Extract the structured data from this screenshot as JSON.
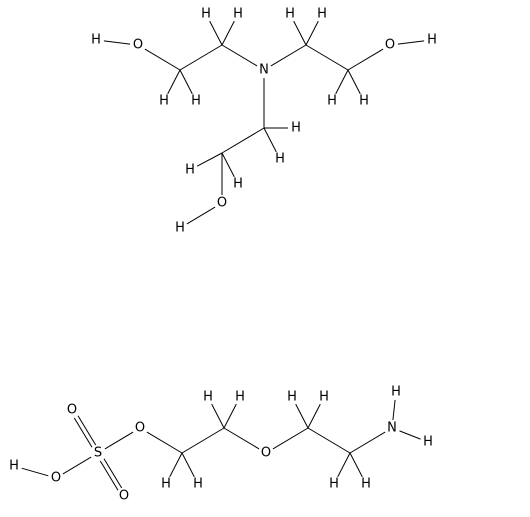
{
  "structures": [
    {
      "name": "triethanolamine",
      "atoms": [
        {
          "id": "N1",
          "label": "N"
        },
        {
          "id": "C1a",
          "label": ""
        },
        {
          "id": "C1b",
          "label": ""
        },
        {
          "id": "O1",
          "label": "O"
        },
        {
          "id": "HO1",
          "label": "H"
        },
        {
          "id": "C2a",
          "label": ""
        },
        {
          "id": "C2b",
          "label": ""
        },
        {
          "id": "O2",
          "label": "O"
        },
        {
          "id": "HO2",
          "label": "H"
        },
        {
          "id": "C3a",
          "label": ""
        },
        {
          "id": "C3b",
          "label": ""
        },
        {
          "id": "O3",
          "label": "O"
        },
        {
          "id": "HO3",
          "label": "H"
        },
        {
          "id": "H1",
          "label": "H"
        },
        {
          "id": "H2",
          "label": "H"
        },
        {
          "id": "H3",
          "label": "H"
        },
        {
          "id": "H4",
          "label": "H"
        },
        {
          "id": "H5",
          "label": "H"
        },
        {
          "id": "H6",
          "label": "H"
        },
        {
          "id": "H7",
          "label": "H"
        },
        {
          "id": "H8",
          "label": "H"
        },
        {
          "id": "H9",
          "label": "H"
        },
        {
          "id": "H10",
          "label": "H"
        },
        {
          "id": "H11",
          "label": "H"
        },
        {
          "id": "H12",
          "label": "H"
        }
      ],
      "bonds": [
        [
          "N1",
          "C1a"
        ],
        [
          "C1a",
          "C1b"
        ],
        [
          "C1b",
          "O1"
        ],
        [
          "O1",
          "HO1"
        ],
        [
          "N1",
          "C2a"
        ],
        [
          "C2a",
          "C2b"
        ],
        [
          "C2b",
          "O2"
        ],
        [
          "O2",
          "HO2"
        ],
        [
          "N1",
          "C3a"
        ],
        [
          "C3a",
          "C3b"
        ],
        [
          "C3b",
          "O3"
        ],
        [
          "O3",
          "HO3"
        ],
        [
          "C1a",
          "H1"
        ],
        [
          "C1a",
          "H2"
        ],
        [
          "C1b",
          "H3"
        ],
        [
          "C1b",
          "H4"
        ],
        [
          "C2a",
          "H5"
        ],
        [
          "C2a",
          "H6"
        ],
        [
          "C2b",
          "H7"
        ],
        [
          "C2b",
          "H8"
        ],
        [
          "C3a",
          "H9"
        ],
        [
          "C3a",
          "H10"
        ],
        [
          "C3b",
          "H11"
        ],
        [
          "C3b",
          "H12"
        ]
      ]
    },
    {
      "name": "aminoethoxyethyl-hydrogen-sulfate",
      "atoms": [
        {
          "id": "S",
          "label": "S"
        },
        {
          "id": "OS1",
          "label": "O"
        },
        {
          "id": "OS2",
          "label": "O"
        },
        {
          "id": "OSH",
          "label": "O"
        },
        {
          "id": "HSO",
          "label": "H"
        },
        {
          "id": "OE1",
          "label": "O"
        },
        {
          "id": "Ca",
          "label": ""
        },
        {
          "id": "Cb",
          "label": ""
        },
        {
          "id": "OE2",
          "label": "O"
        },
        {
          "id": "Cc",
          "label": ""
        },
        {
          "id": "Cd",
          "label": ""
        },
        {
          "id": "Nam",
          "label": "N"
        },
        {
          "id": "HN1",
          "label": "H"
        },
        {
          "id": "HN2",
          "label": "H"
        },
        {
          "id": "Ha1",
          "label": "H"
        },
        {
          "id": "Ha2",
          "label": "H"
        },
        {
          "id": "Hb1",
          "label": "H"
        },
        {
          "id": "Hb2",
          "label": "H"
        },
        {
          "id": "Hc1",
          "label": "H"
        },
        {
          "id": "Hc2",
          "label": "H"
        },
        {
          "id": "Hd1",
          "label": "H"
        },
        {
          "id": "Hd2",
          "label": "H"
        }
      ],
      "bonds": [
        [
          "S",
          "OS1",
          2
        ],
        [
          "S",
          "OS2",
          2
        ],
        [
          "S",
          "OSH"
        ],
        [
          "OSH",
          "HSO"
        ],
        [
          "S",
          "OE1"
        ],
        [
          "OE1",
          "Ca"
        ],
        [
          "Ca",
          "Cb"
        ],
        [
          "Cb",
          "OE2"
        ],
        [
          "OE2",
          "Cc"
        ],
        [
          "Cc",
          "Cd"
        ],
        [
          "Cd",
          "Nam"
        ],
        [
          "Nam",
          "HN1"
        ],
        [
          "Nam",
          "HN2"
        ],
        [
          "Ca",
          "Ha1"
        ],
        [
          "Ca",
          "Ha2"
        ],
        [
          "Cb",
          "Hb1"
        ],
        [
          "Cb",
          "Hb2"
        ],
        [
          "Cc",
          "Hc1"
        ],
        [
          "Cc",
          "Hc2"
        ],
        [
          "Cd",
          "Hd1"
        ],
        [
          "Cd",
          "Hd2"
        ]
      ]
    }
  ]
}
